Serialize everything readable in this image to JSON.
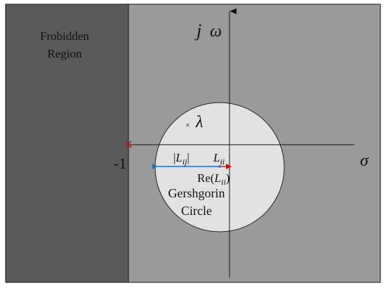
{
  "forbidden_region": {
    "line1": "Frobidden",
    "line2": "Region"
  },
  "axes": {
    "imag_label_j": "j",
    "imag_label_omega": "ω",
    "real_label": "σ"
  },
  "critical_point": {
    "label": "-1"
  },
  "eigenvalue": {
    "marker": "×",
    "label": "λ"
  },
  "radius": {
    "label_bar_left": "|",
    "label_L": "L",
    "label_sub": "ij",
    "label_bar_right": "|"
  },
  "center": {
    "label_L": "L",
    "label_sub": "ii",
    "re_prefix": "Re(",
    "re_L": "L",
    "re_sub": "ii",
    "re_suffix": ")"
  },
  "circle": {
    "line1": "Gershgorin",
    "line2": "Circle"
  },
  "colors": {
    "forbidden": "#5a5a5a",
    "plane": "#9a9a9a",
    "circle_fill": "#e2e2e2",
    "radius_arrow": "#1f6fbf",
    "center_arrow": "#c01818",
    "critical_marker": "#c01818"
  }
}
